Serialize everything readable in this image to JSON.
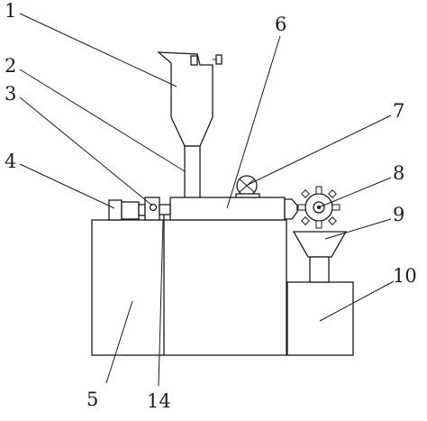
{
  "figure": {
    "labels": {
      "l1": "1",
      "l2": "2",
      "l3": "3",
      "l4": "4",
      "l5": "5",
      "l6": "6",
      "l7": "7",
      "l8": "8",
      "l9": "9",
      "l10": "10",
      "l14": "14"
    }
  }
}
